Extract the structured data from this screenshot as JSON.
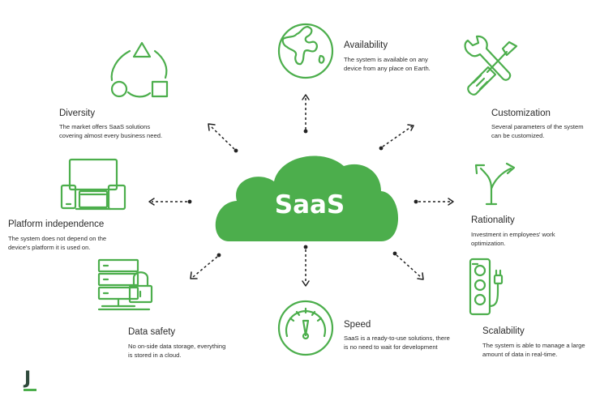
{
  "center": {
    "label": "SaaS",
    "color": "#4cae4c"
  },
  "accent_color": "#4cae4c",
  "items": [
    {
      "id": "availability",
      "icon": "globe-icon",
      "title": "Availability",
      "desc": [
        "The system is available on any",
        "device from any place on Earth."
      ]
    },
    {
      "id": "customization",
      "icon": "tools-icon",
      "title": "Customization",
      "desc": [
        "Several parameters of the system",
        "can be customized."
      ]
    },
    {
      "id": "rationality",
      "icon": "split-arrow-icon",
      "title": "Rationality",
      "desc": [
        "Investment in employees' work",
        "optimization."
      ]
    },
    {
      "id": "scalability",
      "icon": "power-strip-icon",
      "title": "Scalability",
      "desc": [
        "The system is able to manage a large",
        "amount of data in real-time."
      ]
    },
    {
      "id": "speed",
      "icon": "speedometer-icon",
      "title": "Speed",
      "desc": [
        "SaaS is a ready-to-use solutions, there",
        "is no need to wait for development"
      ]
    },
    {
      "id": "data-safety",
      "icon": "server-lock-icon",
      "title": "Data safety",
      "desc": [
        "No on-side data storage, everything",
        "is stored in a cloud."
      ]
    },
    {
      "id": "platform-independence",
      "icon": "devices-icon",
      "title": "Platform independence",
      "desc": [
        "The system does not depend on the",
        "device's platform it is used on."
      ]
    },
    {
      "id": "diversity",
      "icon": "shapes-cycle-icon",
      "title": "Diversity",
      "desc": [
        "The market offers SaaS solutions",
        "covering almost every business need."
      ]
    }
  ],
  "logo": {
    "letter": "J",
    "icon": "brand-logo-icon"
  }
}
